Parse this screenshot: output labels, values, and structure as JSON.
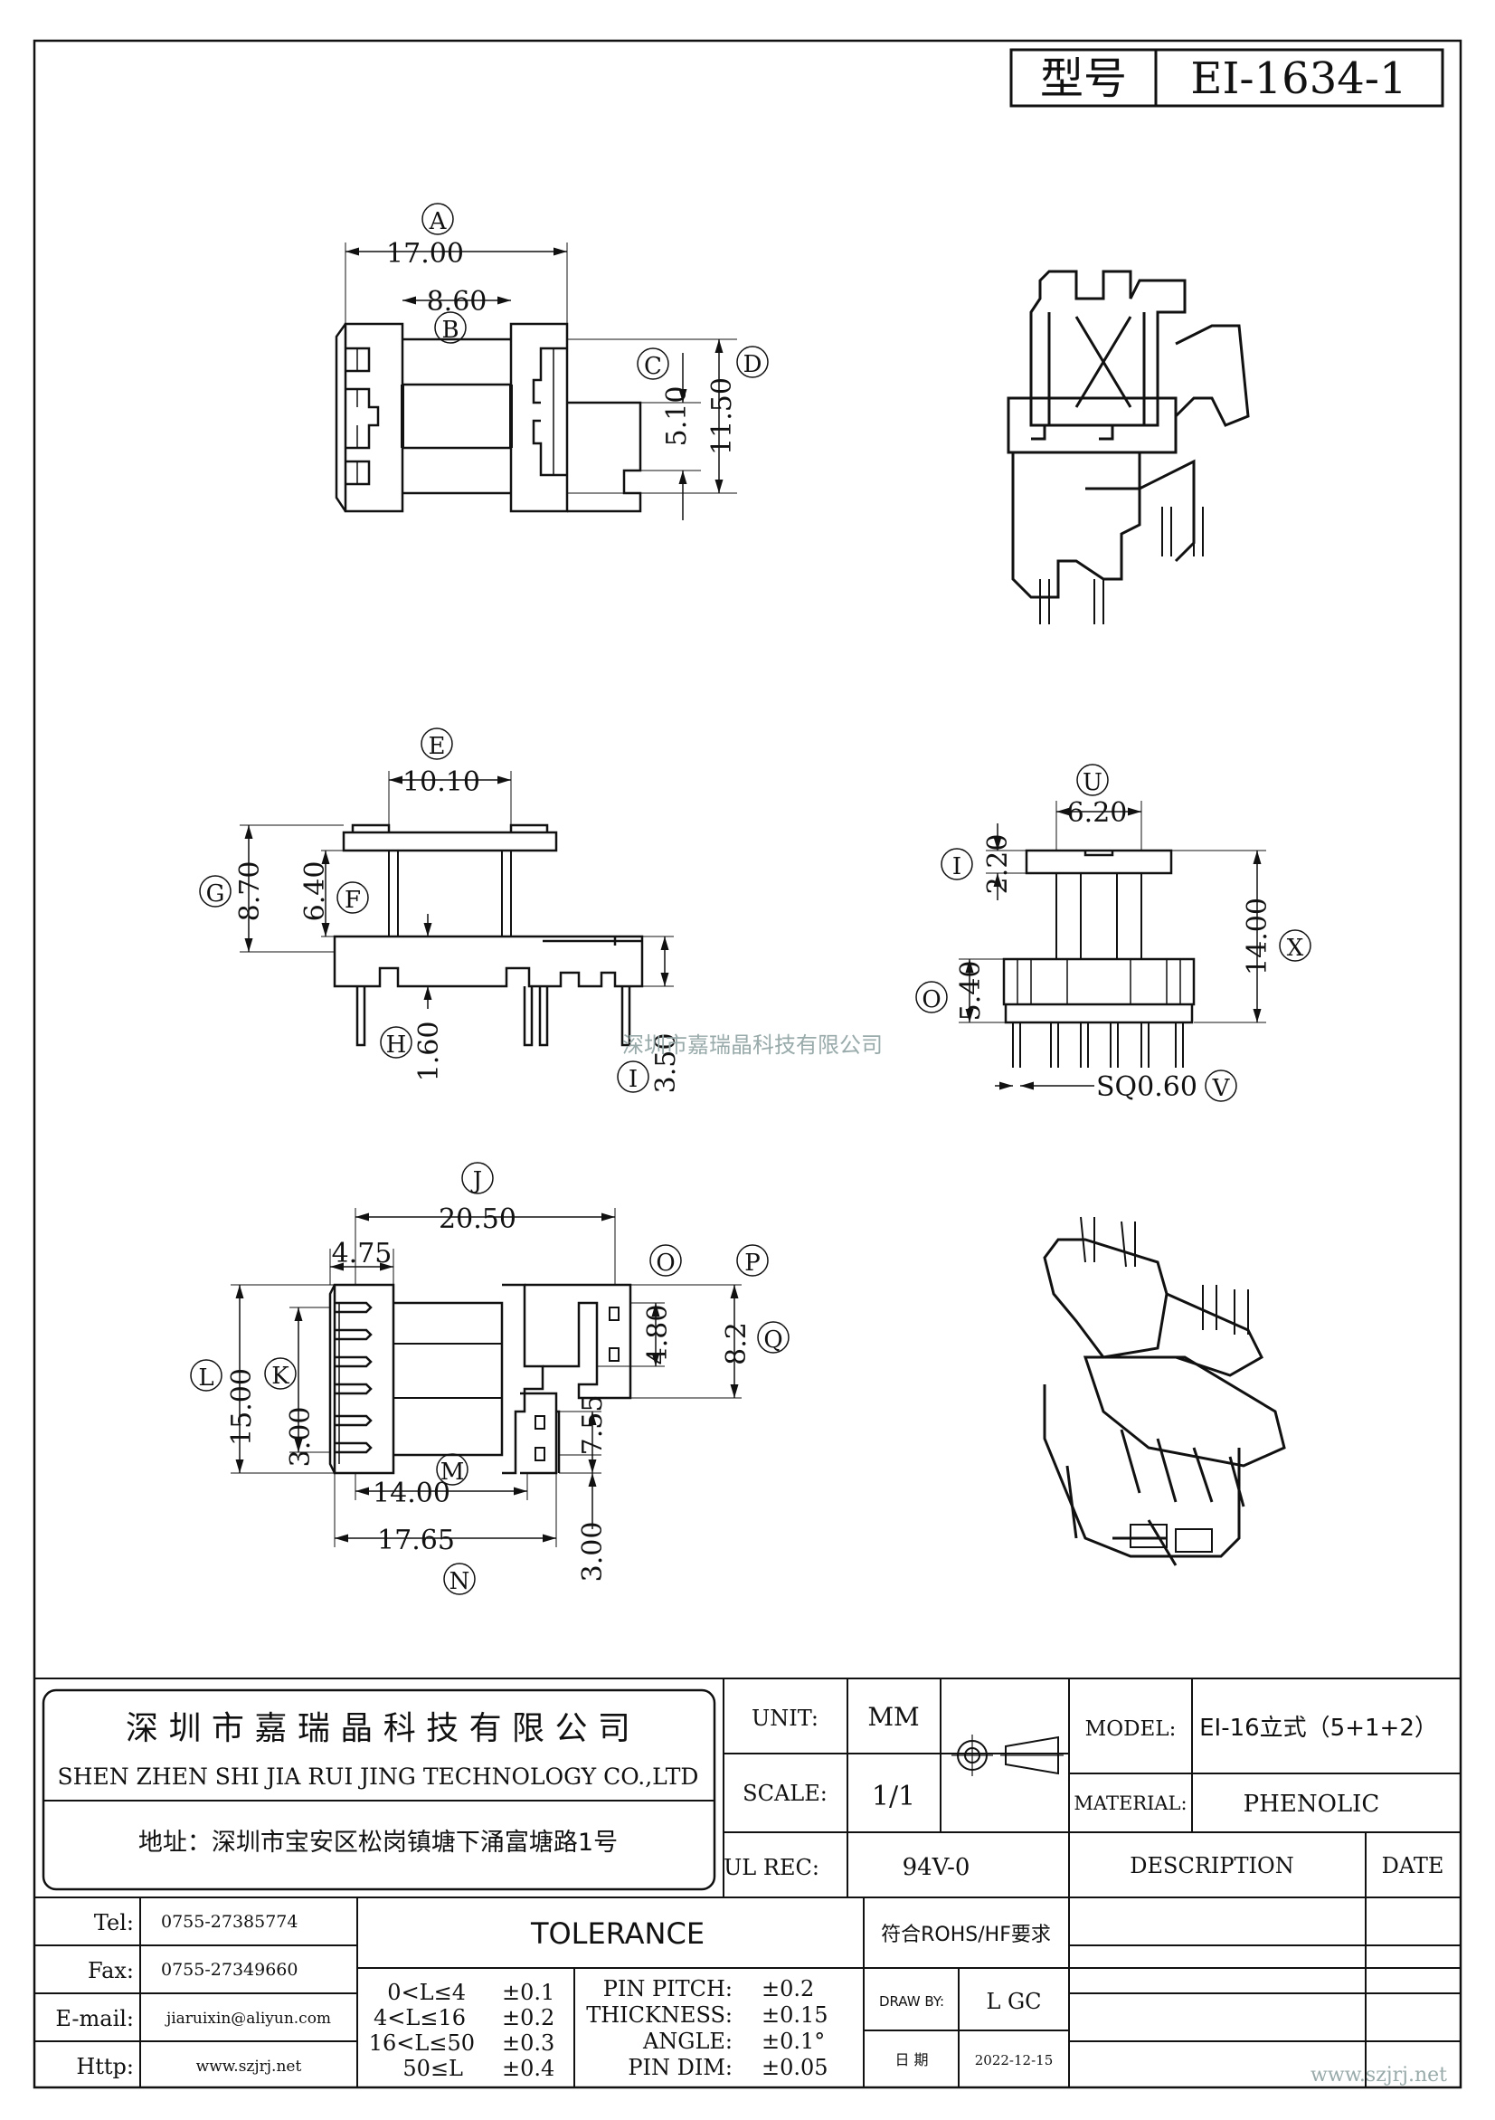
{
  "title_block": {
    "model_label": "型号",
    "model_value": "EI-1634-1"
  },
  "callouts": [
    "A",
    "B",
    "C",
    "D",
    "E",
    "F",
    "G",
    "H",
    "I",
    "J",
    "K",
    "L",
    "M",
    "N",
    "O",
    "P",
    "Q",
    "U",
    "V",
    "X"
  ],
  "dims": {
    "a": "17.00",
    "b": "8.60",
    "c": "5.10",
    "d": "11.50",
    "e": "10.10",
    "g": "8.70",
    "f": "6.40",
    "h": "1.60",
    "i": "3.50",
    "u": "6.20",
    "t": "2.20",
    "x": "14.00",
    "o2": "5.40",
    "v": "SQ0.60",
    "j": "20.50",
    "k1": "4.75",
    "l": "15.00",
    "k": "3.00",
    "m": "14.00",
    "n": "17.65",
    "q1": "4.80",
    "q": "8.2",
    "p2": "7.55",
    "r": "3.00"
  },
  "watermark": "深圳市嘉瑞晶科技有限公司",
  "company": {
    "name_cn": "深 圳 市 嘉 瑞 晶 科 技 有 限 公 司",
    "name_en": "SHEN ZHEN SHI  JIA RUI JING  TECHNOLOGY CO.,LTD",
    "address": "地址：深圳市宝安区松岗镇塘下涌富塘路1号"
  },
  "specs": {
    "unit_label": "UNIT:",
    "unit_value": "MM",
    "scale_label": "SCALE:",
    "scale_value": "1/1",
    "ul_label": "UL REC:",
    "ul_value": "94V-0",
    "model_label": "MODEL:",
    "model_value": "EI-16立式（5+1+2）",
    "material_label": "MATERIAL:",
    "material_value": "PHENOLIC",
    "description_label": "DESCRIPTION",
    "date_label": "DATE"
  },
  "contacts": [
    {
      "label": "Tel:",
      "value": "0755-27385774"
    },
    {
      "label": "Fax:",
      "value": "0755-27349660"
    },
    {
      "label": "E-mail:",
      "value": "jiaruixin@aliyun.com"
    },
    {
      "label": "Http:",
      "value": "www.szjrj.net"
    }
  ],
  "tolerance": {
    "title": "TOLERANCE",
    "ranges": [
      {
        "range": "0<L≤4",
        "tol": "±0.1"
      },
      {
        "range": "4<L≤16",
        "tol": "±0.2"
      },
      {
        "range": "16<L≤50",
        "tol": "±0.3"
      },
      {
        "range": "50≤L",
        "tol": "±0.4"
      }
    ],
    "others": [
      {
        "name": "PIN PITCH:",
        "tol": "±0.2"
      },
      {
        "name": "THICKNESS:",
        "tol": "±0.15"
      },
      {
        "name": "ANGLE:",
        "tol": "±0.1°"
      },
      {
        "name": "PIN DIM:",
        "tol": "±0.05"
      }
    ]
  },
  "rohs": "符合ROHS/HF要求",
  "draw_by_label": "DRAW BY:",
  "draw_by_value": "L GC",
  "date_cn_label": "日 期",
  "date_value": "2022-12-15",
  "site_watermark": "www.szjrj.net"
}
